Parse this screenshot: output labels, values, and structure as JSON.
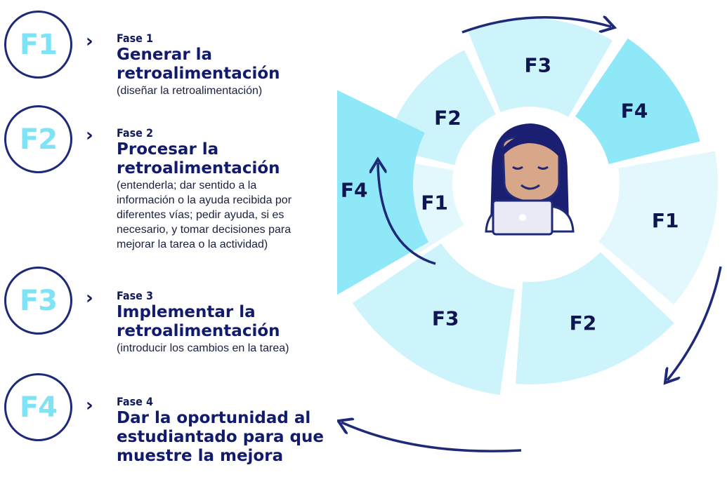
{
  "phases": [
    {
      "badge": "F1",
      "label": "Fase 1",
      "title_lines": [
        "Generar la",
        "retroalimentación"
      ],
      "desc_lines": [
        "(diseñar la retroalimentación)"
      ]
    },
    {
      "badge": "F2",
      "label": "Fase 2",
      "title_lines": [
        "Procesar la",
        "retroalimentación"
      ],
      "desc_lines": [
        "(entenderla; dar sentido a la",
        "información o la ayuda recibida por",
        "diferentes vías; pedir ayuda, si es",
        "necesario, y tomar decisiones para",
        "mejorar la tarea o la actividad)"
      ]
    },
    {
      "badge": "F3",
      "label": "Fase 3",
      "title_lines": [
        "Implementar la",
        "retroalimentación"
      ],
      "desc_lines": [
        "(introducir los cambios en la tarea)"
      ]
    },
    {
      "badge": "F4",
      "label": "Fase 4",
      "title_lines": [
        "Dar la oportunidad al",
        "estudiantado para que",
        "muestre la mejora"
      ],
      "desc_lines": []
    }
  ],
  "wheel": {
    "segments": [
      "F1",
      "F2",
      "F3",
      "F4",
      "F1",
      "F2",
      "F3",
      "F4"
    ]
  },
  "colors": {
    "badge_text": "#7fe3f6",
    "navy": "#1e2a78",
    "seg_light": "#e3f8fd",
    "seg_mid": "#cdf3fb",
    "seg_strong": "#8fe8f8"
  }
}
